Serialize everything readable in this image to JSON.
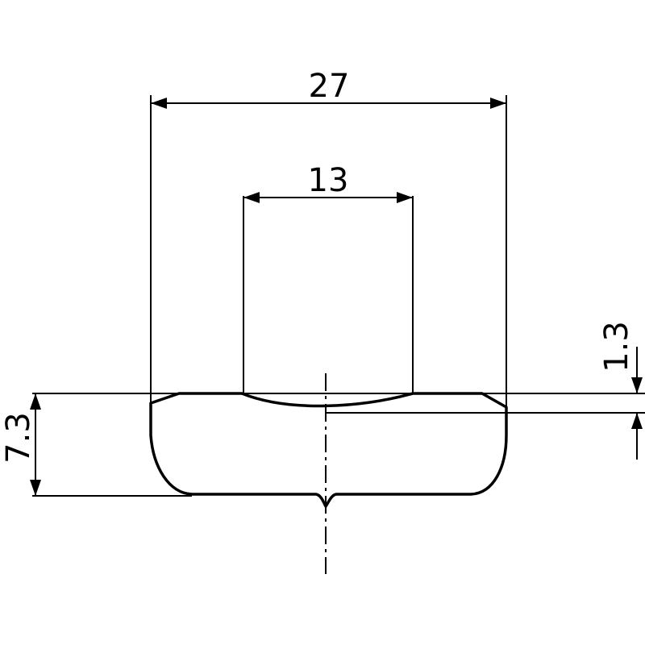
{
  "drawing": {
    "line_color": "#000000",
    "background": "#ffffff",
    "dimensions": {
      "outer_width": "27",
      "inner_width": "13",
      "recess_depth": "1.3",
      "total_height": "7.3"
    }
  }
}
